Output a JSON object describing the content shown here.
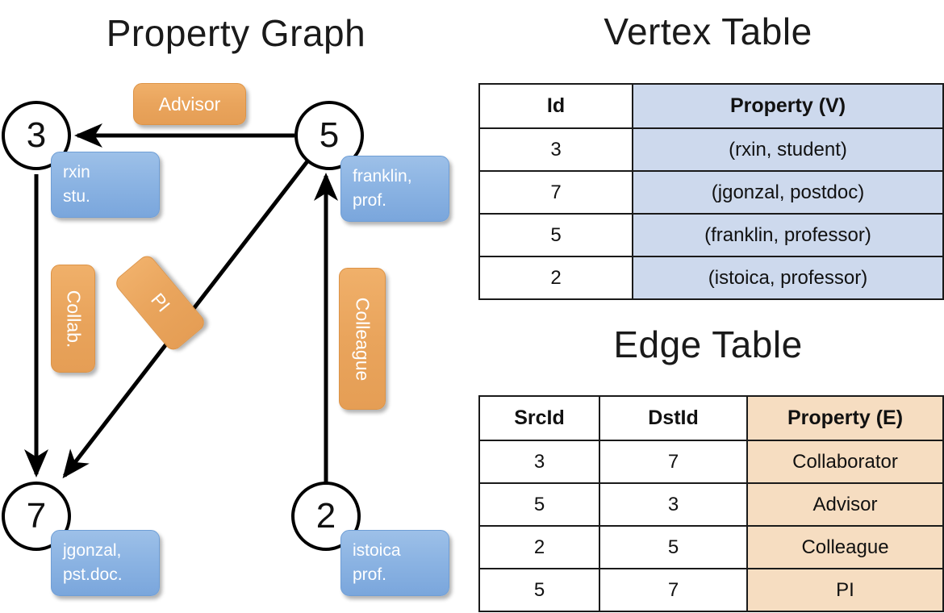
{
  "panels": {
    "graph_title": "Property Graph",
    "vertex_title": "Vertex Table",
    "edge_title": "Edge Table"
  },
  "colors": {
    "vertex_property_fill": "#cdd9ed",
    "edge_property_fill": "#f6ddc1",
    "vertex_box_fill": "#8cb4e3",
    "edge_label_fill": "#e9a45c",
    "stroke": "#000000"
  },
  "graph": {
    "nodes": [
      {
        "id": "3",
        "label": "3",
        "property_line1": "rxin",
        "property_line2": "stu."
      },
      {
        "id": "5",
        "label": "5",
        "property_line1": "franklin,",
        "property_line2": "prof."
      },
      {
        "id": "7",
        "label": "7",
        "property_line1": "jgonzal,",
        "property_line2": "pst.doc."
      },
      {
        "id": "2",
        "label": "2",
        "property_line1": "istoica",
        "property_line2": "prof."
      }
    ],
    "edge_labels": [
      {
        "key": "advisor",
        "text": "Advisor"
      },
      {
        "key": "collab",
        "text": "Collab."
      },
      {
        "key": "pi",
        "text": "PI"
      },
      {
        "key": "colleague",
        "text": "Colleague"
      }
    ],
    "edges": [
      {
        "src": "5",
        "dst": "3",
        "label": "Advisor"
      },
      {
        "src": "3",
        "dst": "7",
        "label": "Collab."
      },
      {
        "src": "5",
        "dst": "7",
        "label": "PI"
      },
      {
        "src": "2",
        "dst": "5",
        "label": "Colleague"
      }
    ]
  },
  "vertex_table": {
    "headers": [
      "Id",
      "Property (V)"
    ],
    "rows": [
      {
        "id": "3",
        "property": "(rxin, student)"
      },
      {
        "id": "7",
        "property": "(jgonzal, postdoc)"
      },
      {
        "id": "5",
        "property": "(franklin, professor)"
      },
      {
        "id": "2",
        "property": "(istoica, professor)"
      }
    ]
  },
  "edge_table": {
    "headers": [
      "SrcId",
      "DstId",
      "Property (E)"
    ],
    "rows": [
      {
        "src": "3",
        "dst": "7",
        "property": "Collaborator"
      },
      {
        "src": "5",
        "dst": "3",
        "property": "Advisor"
      },
      {
        "src": "2",
        "dst": "5",
        "property": "Colleague"
      },
      {
        "src": "5",
        "dst": "7",
        "property": "PI"
      }
    ]
  }
}
